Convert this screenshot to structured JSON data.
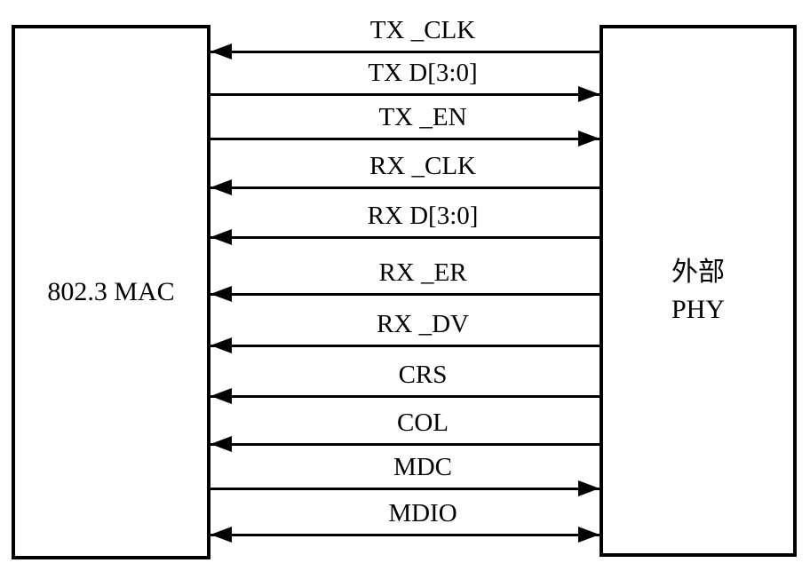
{
  "diagram": {
    "type": "block-interface-diagram",
    "description": "MII signal connections between an IEEE 802.3 MAC and an external PHY",
    "left_box": {
      "label": "802.3 MAC"
    },
    "right_box": {
      "line1": "外部",
      "line2": "PHY"
    },
    "signals": [
      {
        "label": "TX _CLK",
        "direction": "to-mac"
      },
      {
        "label": "TX D[3:0]",
        "direction": "to-phy"
      },
      {
        "label": "TX _EN",
        "direction": "to-phy"
      },
      {
        "label": "RX _CLK",
        "direction": "to-mac"
      },
      {
        "label": "RX D[3:0]",
        "direction": "to-mac"
      },
      {
        "label": "RX _ER",
        "direction": "to-mac"
      },
      {
        "label": "RX _DV",
        "direction": "to-mac"
      },
      {
        "label": "CRS",
        "direction": "to-mac"
      },
      {
        "label": "COL",
        "direction": "to-mac"
      },
      {
        "label": "MDC",
        "direction": "to-phy"
      },
      {
        "label": "MDIO",
        "direction": "bidirectional"
      }
    ],
    "colors": {
      "line": "#000000",
      "text": "#000000",
      "background": "#ffffff"
    }
  }
}
